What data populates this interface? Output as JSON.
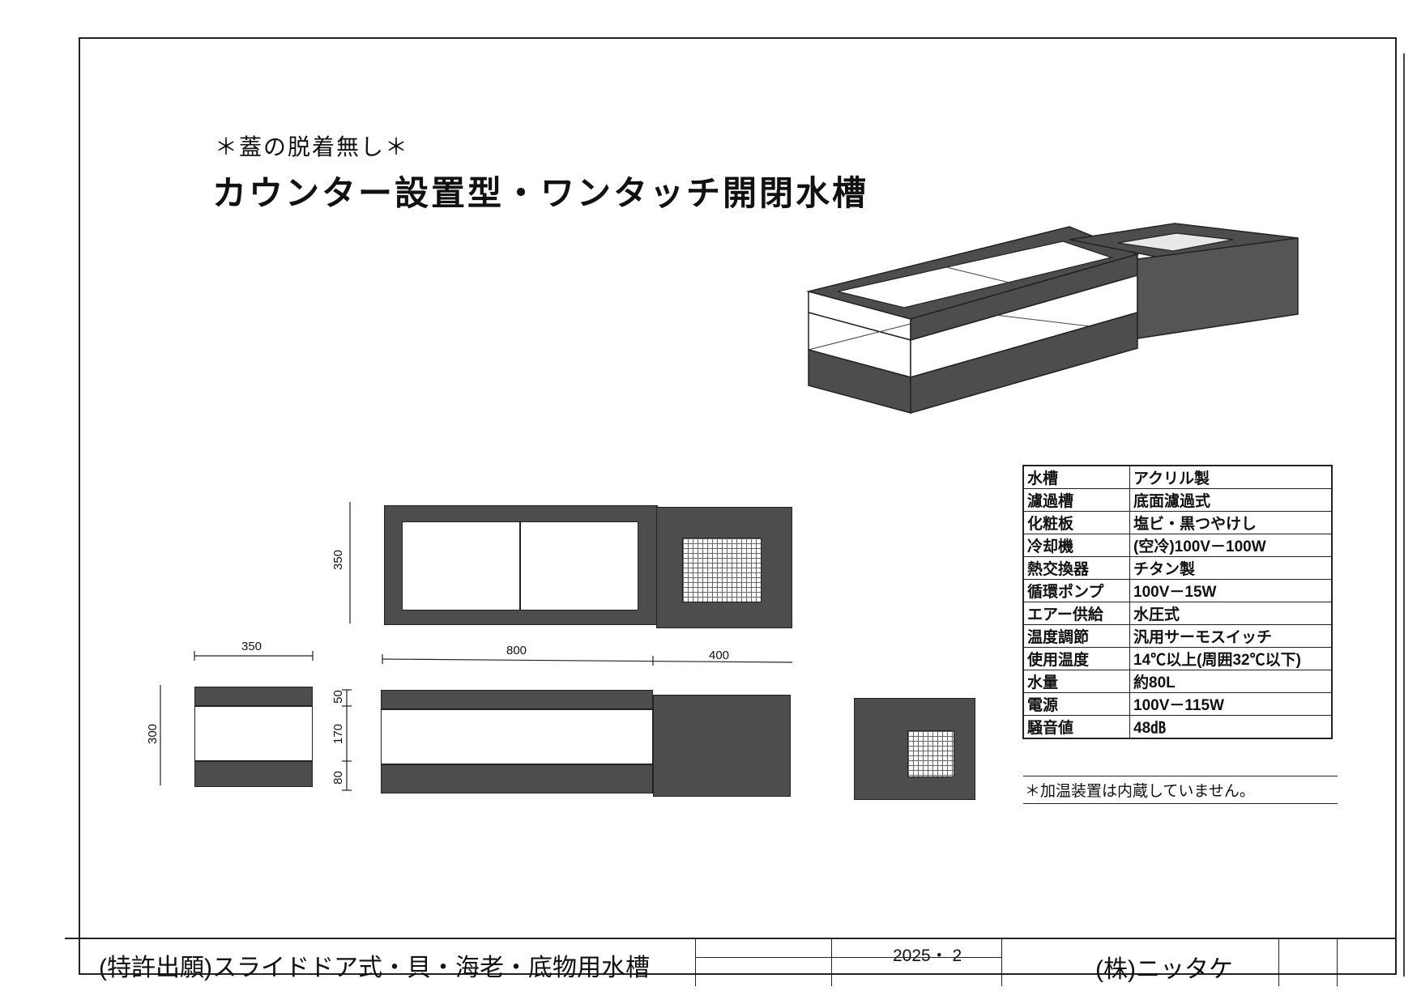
{
  "header": {
    "subtitle": "＊蓋の脱着無し＊",
    "title": "カウンター設置型・ワンタッチ開閉水槽"
  },
  "dimensions": {
    "top_depth": "350",
    "side_width": "350",
    "side_height": "300",
    "front_length": "800",
    "front_filter": "400",
    "front_top": "50",
    "front_mid": "170",
    "front_bottom": "80"
  },
  "specs": [
    {
      "label": "水槽",
      "value": "アクリル製"
    },
    {
      "label": "濾過槽",
      "value": "底面濾過式"
    },
    {
      "label": "化粧板",
      "value": "塩ビ・黒つやけし"
    },
    {
      "label": "冷却機",
      "value": "(空冷)100V－100W"
    },
    {
      "label": "熱交換器",
      "value": "チタン製"
    },
    {
      "label": "循環ポンプ",
      "value": "100V－15W"
    },
    {
      "label": "エアー供給",
      "value": "水圧式"
    },
    {
      "label": "温度調節",
      "value": "汎用サーモスイッチ"
    },
    {
      "label": "使用温度",
      "value": "14℃以上(周囲32℃以下)"
    },
    {
      "label": "水量",
      "value": "約80L"
    },
    {
      "label": "電源",
      "value": "100V－115W"
    },
    {
      "label": "騒音値",
      "value": "48㏈"
    }
  ],
  "note": "＊加温装置は内蔵していません。",
  "title_block": {
    "project": "(特許出願)スライドドア式・貝・海老・底物用水槽",
    "date": "2025・ 2",
    "company": "(株)ニッタケ"
  },
  "colors": {
    "panel_dark": "#4d4d4d",
    "line": "#222222"
  }
}
